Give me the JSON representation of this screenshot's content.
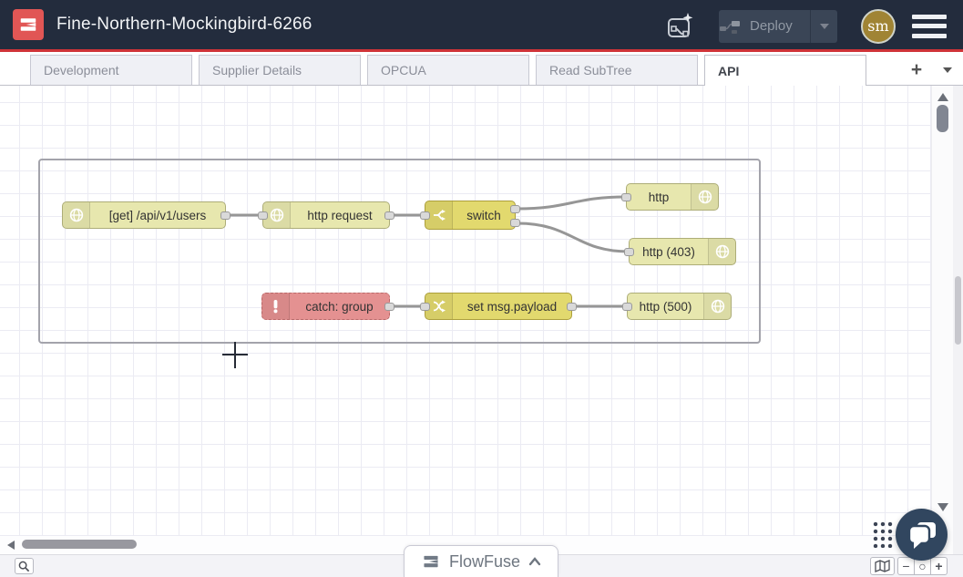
{
  "header": {
    "title": "Fine-Northern-Mockingbird-6266",
    "deploy": {
      "label": "Deploy",
      "state": "disabled"
    },
    "avatar": {
      "initials": "sm"
    },
    "colors": {
      "background": "#232c3d",
      "accent_line": "#cf3338",
      "logo_red": "#e15655",
      "avatar_gold": "#a08434"
    }
  },
  "tab_bar": {
    "tabs": [
      {
        "label": "Development",
        "active": false
      },
      {
        "label": "Supplier Details",
        "active": false
      },
      {
        "label": "OPCUA",
        "active": false
      },
      {
        "label": "Read SubTree",
        "active": false
      },
      {
        "label": "API",
        "active": true
      }
    ],
    "add_label": "+"
  },
  "canvas": {
    "grid_color": "#ebebf3",
    "group_border": "#a3a3ab",
    "wire_color": "#969696",
    "nodes": [
      {
        "label": "[get] /api/v1/users",
        "type": "http in",
        "icon": "globe",
        "color": "#e7e7ae",
        "icon_side": "left"
      },
      {
        "label": "http request",
        "type": "http request",
        "icon": "globe",
        "color": "#e7e7ae",
        "icon_side": "left"
      },
      {
        "label": "switch",
        "type": "switch",
        "icon": "fork",
        "color": "#e2d96e",
        "icon_side": "left",
        "outputs": 2
      },
      {
        "label": "http",
        "type": "http response",
        "icon": "globe",
        "color": "#e7e7ae",
        "icon_side": "right"
      },
      {
        "label": "http (403)",
        "type": "http response",
        "icon": "globe",
        "color": "#e7e7ae",
        "icon_side": "right"
      },
      {
        "label": "catch: group",
        "type": "catch",
        "icon": "exclamation",
        "color": "#e49191",
        "icon_side": "left"
      },
      {
        "label": "set msg.payload",
        "type": "change",
        "icon": "change",
        "color": "#e2d96e",
        "icon_side": "left"
      },
      {
        "label": "http (500)",
        "type": "http response",
        "icon": "globe",
        "color": "#e7e7ae",
        "icon_side": "right"
      }
    ]
  },
  "footer": {
    "flowfuse_label": "FlowFuse",
    "zoom_controls": {
      "minus": "−",
      "reset": "○",
      "plus": "+"
    }
  }
}
